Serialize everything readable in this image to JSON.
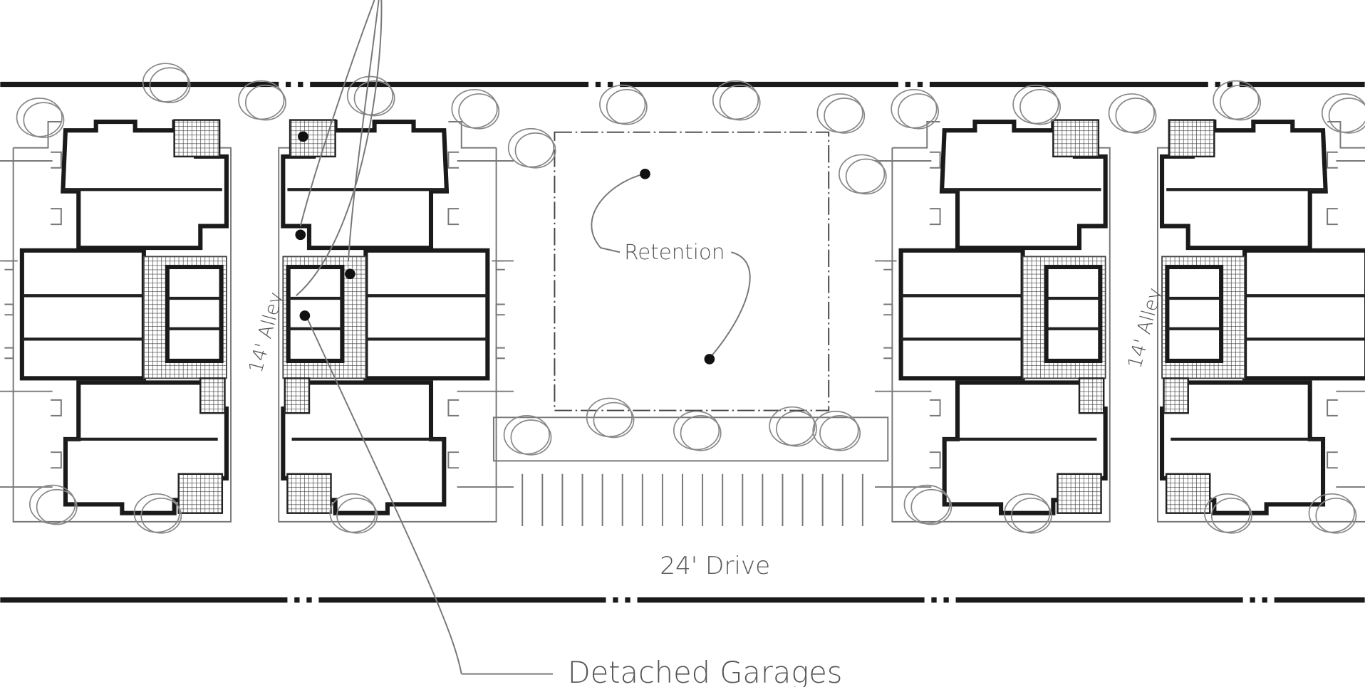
{
  "labels": {
    "retention": "Retention",
    "alley_left": "14' Alley",
    "alley_right": "14' Alley",
    "drive": "24' Drive",
    "garages": "Detached Garages"
  },
  "colors": {
    "ink": "#1a1a1a",
    "pencil": "#777777",
    "paper": "#ffffff"
  }
}
